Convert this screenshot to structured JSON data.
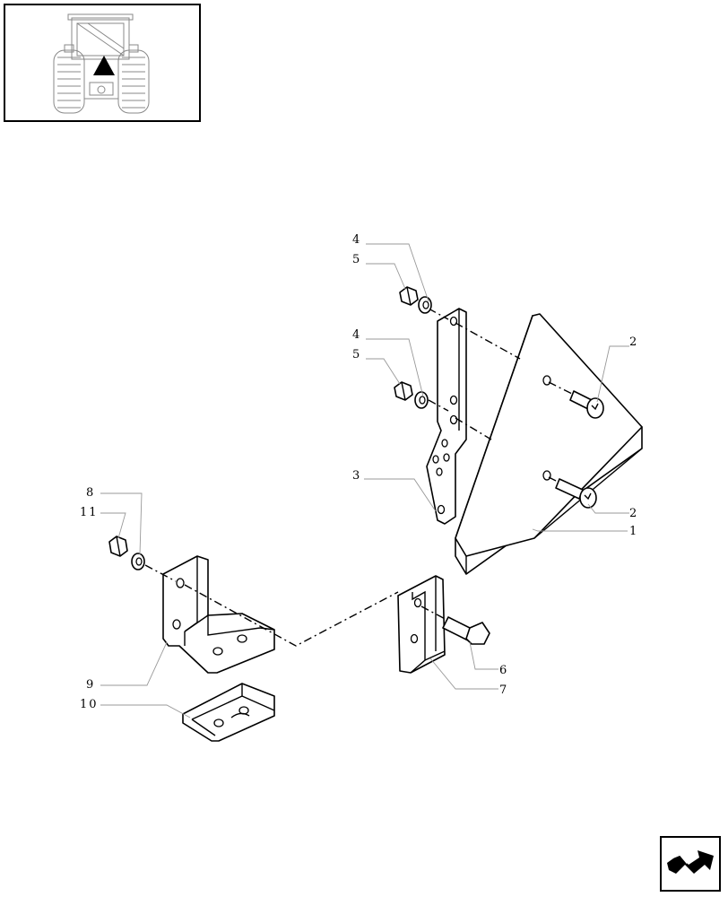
{
  "callouts": {
    "c1": "1",
    "c2a": "2",
    "c2b": "2",
    "c3": "3",
    "c4a": "4",
    "c5a": "5",
    "c4b": "4",
    "c5b": "5",
    "c6": "6",
    "c7": "7",
    "c8": "8",
    "c9": "9",
    "c10": "10",
    "c11": "11"
  },
  "icons": {
    "locator": "tractor-rear-locator-icon",
    "nav": "next-page-arrow-icon"
  }
}
